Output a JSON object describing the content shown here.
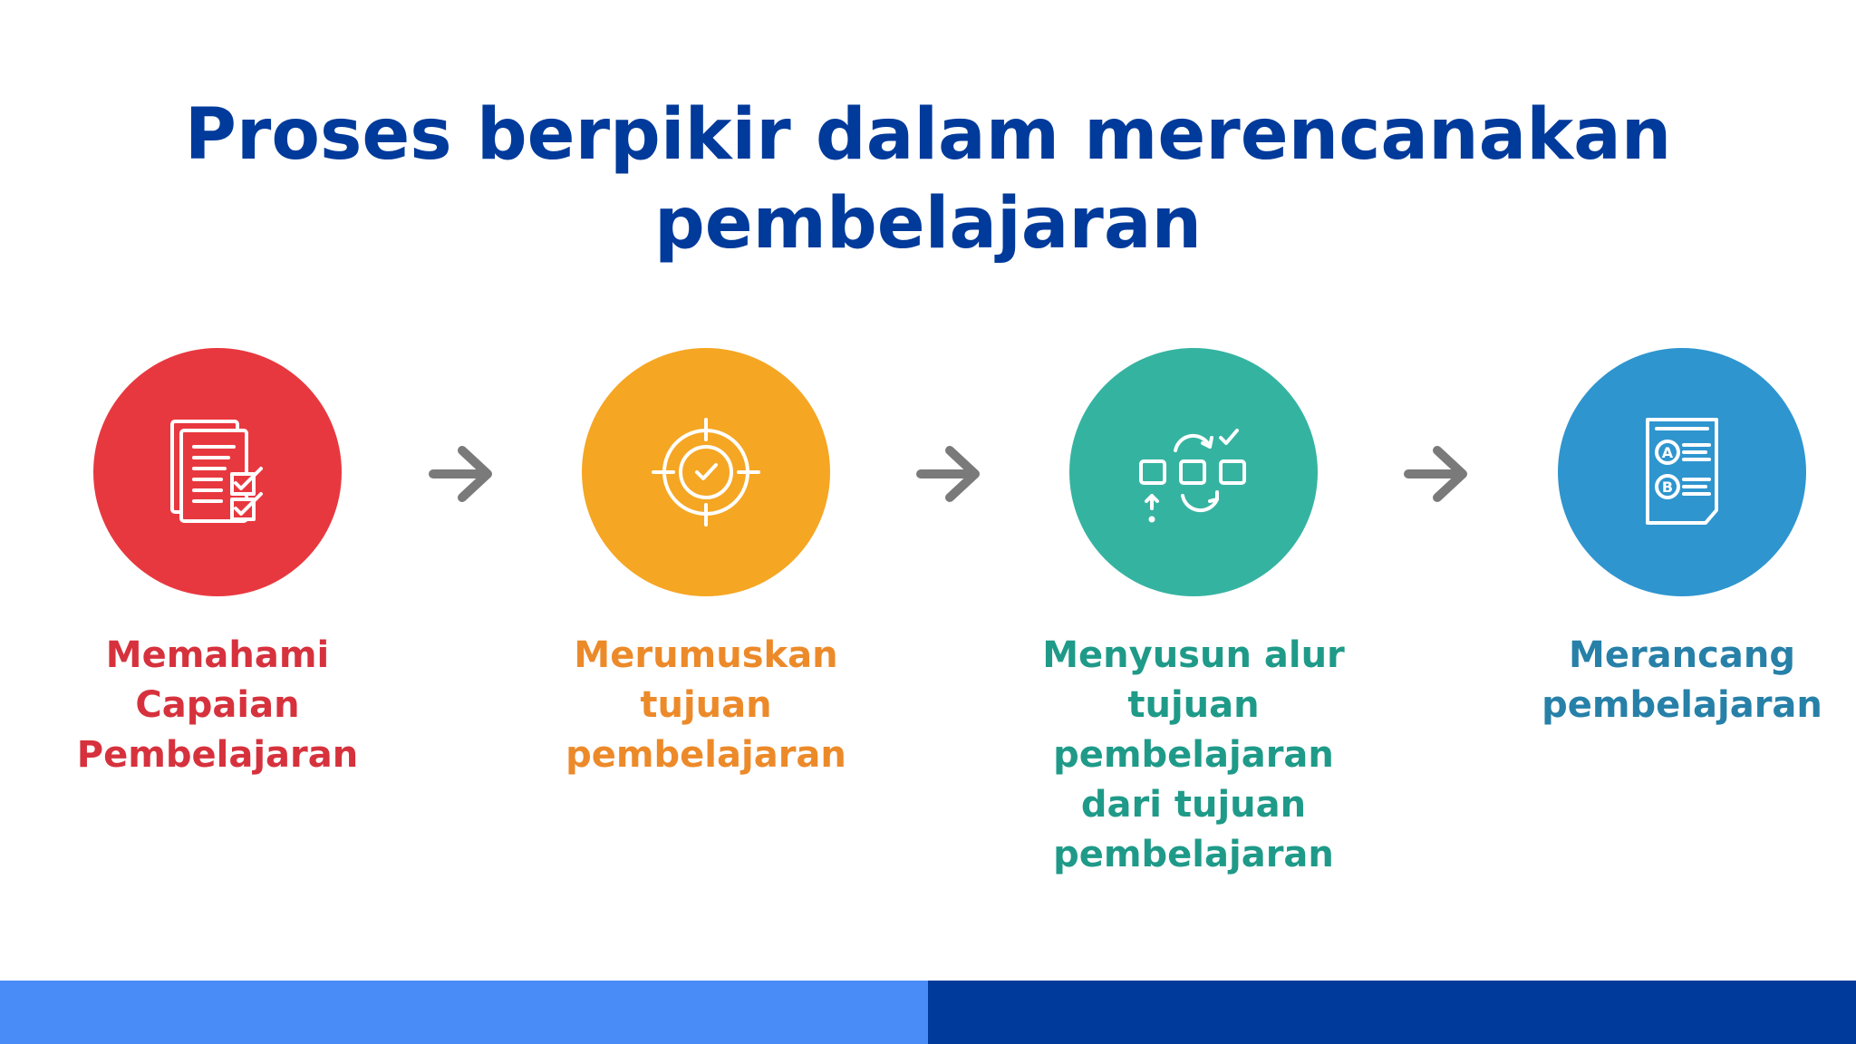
{
  "title": {
    "line1": "Proses berpikir dalam merencanakan",
    "line2": "pembelajaran"
  },
  "colors": {
    "title": "#003a9b",
    "step1": "#e8383f",
    "step2": "#f5a623",
    "step3": "#35b3a1",
    "step4": "#2e95cf",
    "step1_text": "#d6323d",
    "step2_text": "#ec8a2a",
    "step3_text": "#1f9a89",
    "step4_text": "#2780a8",
    "arrow": "#7a7a7a",
    "band_left": "#4a8cf7",
    "band_right": "#003a9b"
  },
  "steps": [
    {
      "icon": "checklist-documents-icon",
      "lines": [
        "Memahami",
        "Capaian",
        "Pembelajaran"
      ]
    },
    {
      "icon": "target-check-icon",
      "lines": [
        "Merumuskan",
        "tujuan",
        "pembelajaran"
      ]
    },
    {
      "icon": "flow-sequence-icon",
      "lines": [
        "Menyusun alur",
        "tujuan pembelajaran",
        "dari tujuan",
        "pembelajaran"
      ]
    },
    {
      "icon": "quiz-sheet-icon",
      "lines": [
        "Merancang",
        "pembelajaran"
      ]
    }
  ],
  "arrows": [
    "arrow-right-icon",
    "arrow-right-icon",
    "arrow-right-icon"
  ],
  "quiz_options": [
    "A",
    "B"
  ]
}
